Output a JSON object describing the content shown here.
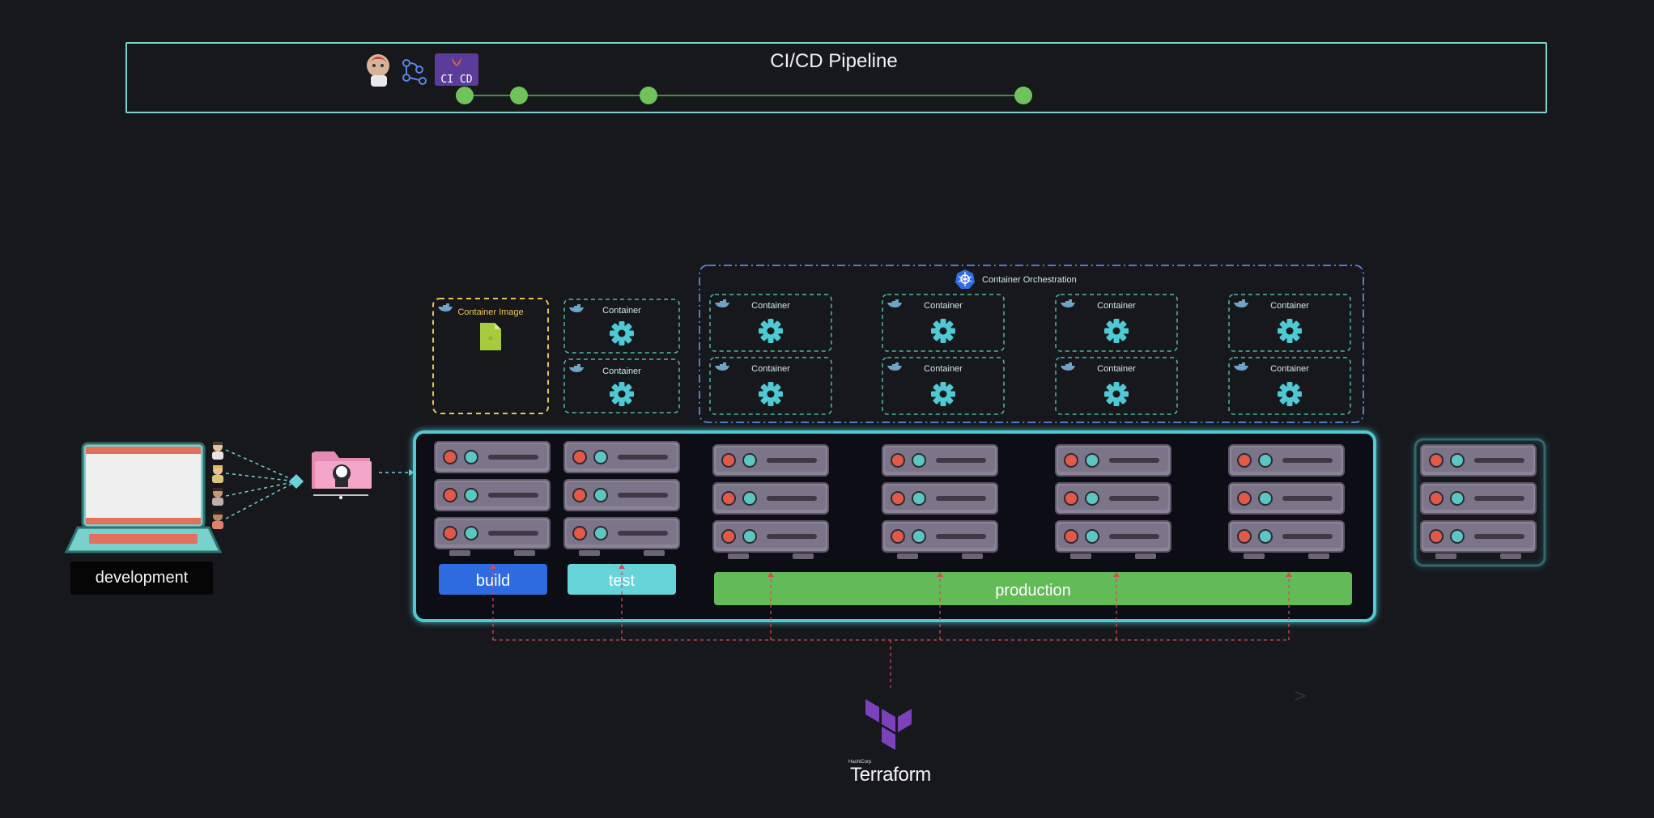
{
  "pipeline": {
    "title": "CI/CD Pipeline",
    "tool_icons": [
      "jenkins-icon",
      "github-actions-icon",
      "gitlab-ci-icon"
    ],
    "gitlab_badge": "CI CD",
    "stages": 4
  },
  "development": {
    "label": "development",
    "developers": 4
  },
  "repository": {
    "icon": "github-folder-icon"
  },
  "container_image": {
    "label": "Container Image"
  },
  "containers": {
    "label": "Container"
  },
  "orchestration": {
    "label": "Container Orchestration"
  },
  "environments": {
    "build": "build",
    "test": "test",
    "production": "production"
  },
  "terraform": {
    "brand": "HashiCorp",
    "label": "Terraform"
  },
  "colors": {
    "background": "#17181c",
    "pipeline_border": "#7fd3cc",
    "pipeline_node": "#6fc25c",
    "build": "#2f6be0",
    "test": "#66d4d9",
    "production": "#62bb57",
    "server": "#7d7589",
    "terraform": "#7b42bc",
    "gear": "#4fc9d4",
    "image_border": "#e8c55a"
  }
}
